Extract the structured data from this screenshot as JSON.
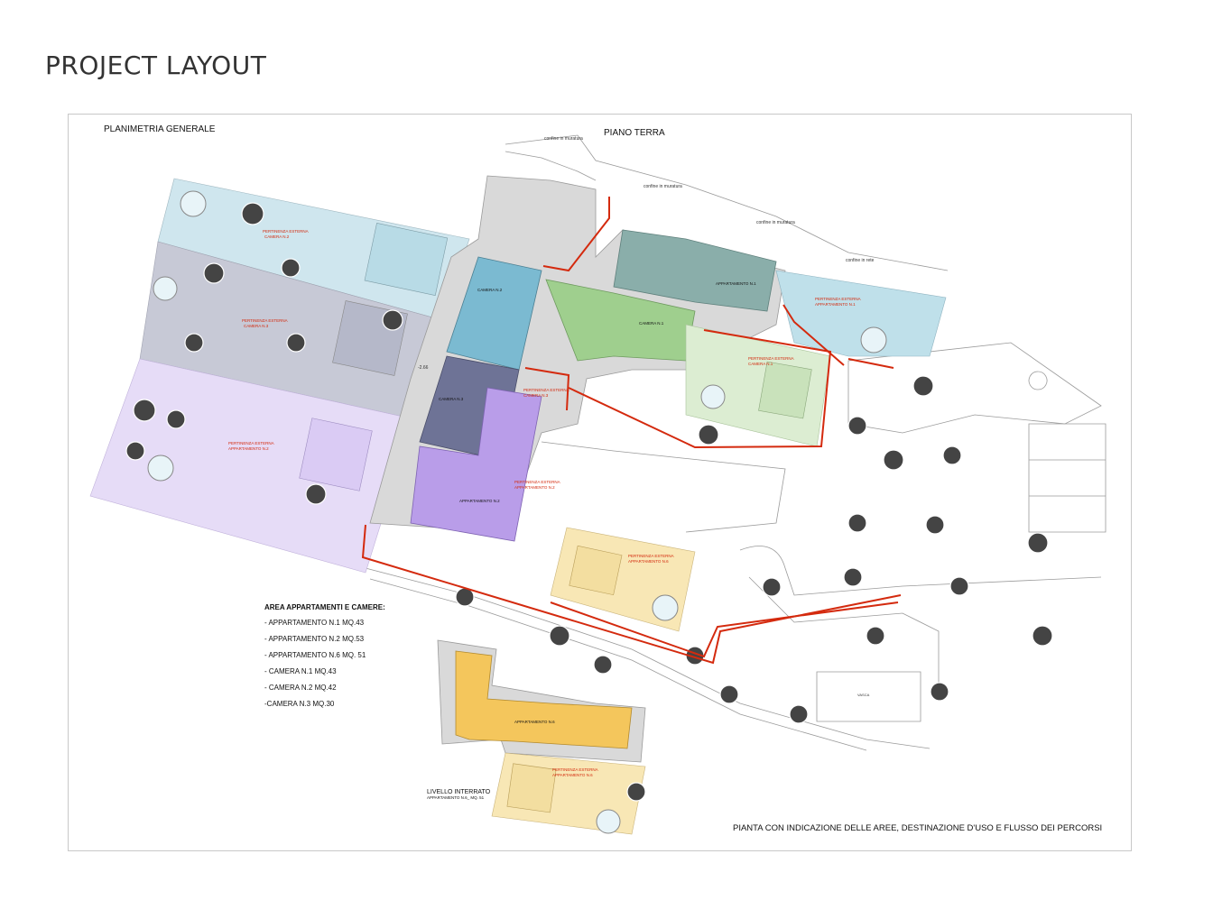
{
  "header": {
    "title": "PROJECT LAYOUT"
  },
  "plan": {
    "label_general": "PLANIMETRIA GENERALE",
    "label_floor": "PIANO TERRA",
    "caption": "PIANTA CON INDICAZIONE DELLE AREE, DESTINAZIONE D'USO E FLUSSO DEI PERCORSI",
    "underground_title": "LIVELLO INTERRATO",
    "underground_sub": "APPARTAMENTO N.6_ MQ. 51",
    "boundary_labels": [
      "confine in muratura",
      "confine in muratura",
      "confine in muratura",
      "confine in rete"
    ],
    "level_mark": "-2.66",
    "void_label": "VASCA",
    "rooms": {
      "camera2": "CAMERA N.2",
      "camera3": "CAMERA N.3",
      "camera1": "CAMERA N.1",
      "app1": "APPARTAMENTO N.1",
      "app2": "APPARTAMENTO N.2",
      "app6": "APPARTAMENTO N.6"
    },
    "outdoor": {
      "p_cam2": [
        "PERTINENZA ESTERNA",
        "CAMERA N.2"
      ],
      "p_cam3": [
        "PERTINENZA ESTERNA",
        "CAMERA N.3"
      ],
      "p_app2": [
        "PERTINENZA ESTERNA",
        "APPARTAMENTO N.2"
      ],
      "p_app1": [
        "PERTINENZA ESTERNA",
        "APPARTAMENTO N.1"
      ],
      "p_cam1": [
        "PERTINENZA ESTERNA",
        "CAMERA N.1"
      ],
      "p_cam3b": [
        "PERTINENZA ESTERNA",
        "CAMERA N.3"
      ],
      "p_app2b": [
        "PERTINENZA ESTERNA",
        "APPARTAMENTO N.2"
      ],
      "p_app6": [
        "PERTINENZA ESTERNA",
        "APPARTAMENTO N.6"
      ],
      "p_app6b": [
        "PERTINENZA ESTERNA",
        "APPARTAMENTO N.6"
      ]
    },
    "colors": {
      "camera2": "#7bbad1",
      "camera2_garden": "#cfe6ee",
      "camera3": "#6e7396",
      "camera3_garden": "#c7c9d6",
      "app2": "#b99de9",
      "app2_garden": "#e6dcf7",
      "camera1": "#9fcf8e",
      "camera1_garden": "#dcedd2",
      "app1": "#8aaeaa",
      "app1_garden": "#bfe0ea",
      "app6": "#f4c65c",
      "app6_garden": "#f8e7b5",
      "path": "#d42a0e",
      "wall": "#d9d9d9"
    }
  },
  "legend": {
    "title": "AREA APPARTAMENTI E CAMERE:",
    "items": [
      "- APPARTAMENTO N.1 MQ.43",
      "- APPARTAMENTO N.2 MQ.53",
      "- APPARTAMENTO N.6 MQ. 51",
      "- CAMERA N.1 MQ.43",
      "- CAMERA N.2 MQ.42",
      "-CAMERA N.3 MQ.30"
    ]
  }
}
